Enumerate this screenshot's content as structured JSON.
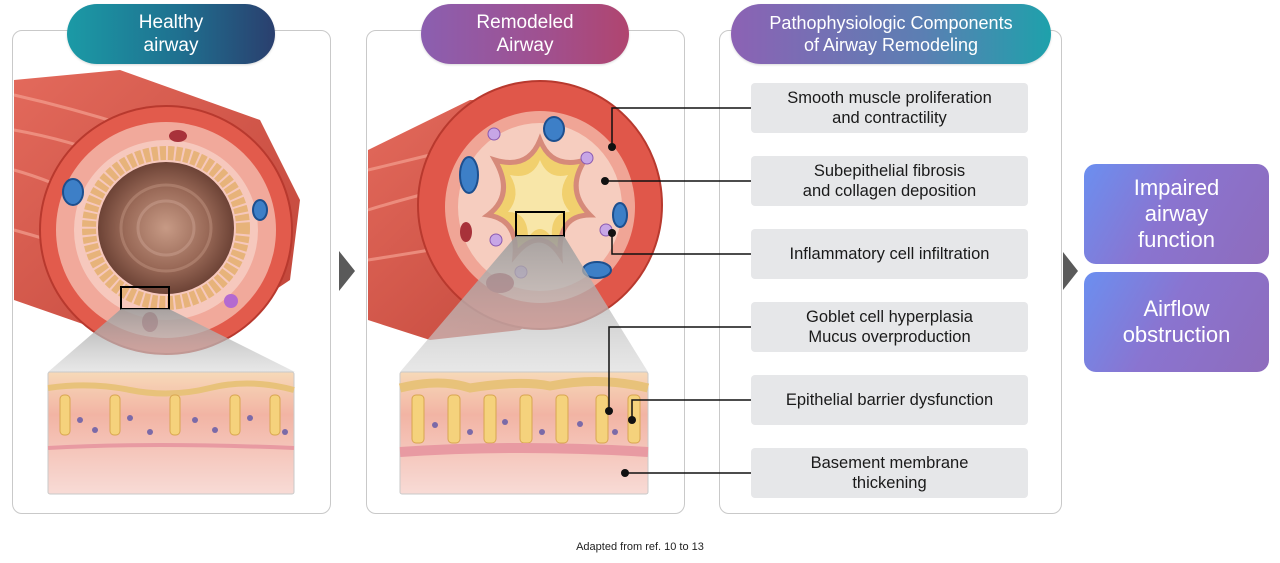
{
  "headers": {
    "healthy": [
      "Healthy",
      "airway"
    ],
    "remodeled": [
      "Remodeled",
      "Airway"
    ],
    "components": [
      "Pathophysiologic Components",
      "of Airway Remodeling"
    ]
  },
  "components": [
    [
      "Smooth muscle proliferation",
      "and contractility"
    ],
    [
      "Subepithelial fibrosis",
      "and collagen deposition"
    ],
    [
      "Inflammatory cell infiltration"
    ],
    [
      "Goblet cell hyperplasia",
      "Mucus overproduction"
    ],
    [
      "Epithelial barrier dysfunction"
    ],
    [
      "Basement membrane",
      "thickening"
    ]
  ],
  "outcomes": {
    "impaired": [
      "Impaired",
      "airway",
      "function"
    ],
    "airflow": [
      "Airflow",
      "obstruction"
    ]
  },
  "footnote": "Adapted from ref. 10 to 13",
  "colors": {
    "muscle": "#d9544a",
    "airway_wall": "#f0b3a3",
    "lumen": "#8a5a4a",
    "panel_border": "#c9c9c9",
    "component_box": "#e6e7e9",
    "arrow": "#5a5a5a"
  },
  "icons": [
    "right-arrow-icon",
    "right-arrow-icon"
  ]
}
